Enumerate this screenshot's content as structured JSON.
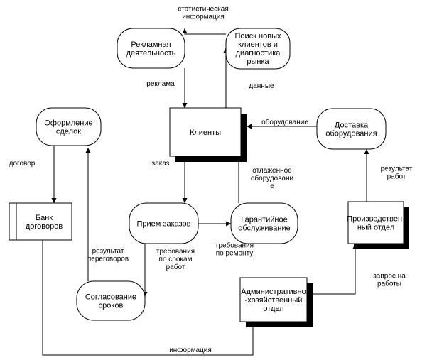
{
  "nodes": {
    "advertising": {
      "lines": [
        "Рекламная",
        "деятельность"
      ]
    },
    "search": {
      "lines": [
        "Поиск новых",
        "клиентов и",
        "диагностика",
        "рынка"
      ]
    },
    "clients": {
      "lines": [
        "Клиенты"
      ]
    },
    "delivery": {
      "lines": [
        "Доставка",
        "оборудования"
      ]
    },
    "deals": {
      "lines": [
        "Оформление",
        "сделок"
      ]
    },
    "bank": {
      "lines": [
        "Банк",
        "договоров"
      ]
    },
    "orders": {
      "lines": [
        "Прием заказов"
      ]
    },
    "warranty": {
      "lines": [
        "Гарантийное",
        "обслуживание"
      ]
    },
    "production": {
      "lines": [
        "Производствен-",
        "ный отдел"
      ]
    },
    "terms": {
      "lines": [
        "Согласование",
        "сроков"
      ]
    },
    "admin": {
      "lines": [
        "Административно",
        "-хозяйственный",
        "отдел"
      ]
    }
  },
  "labels": {
    "stats": {
      "lines": [
        "статистическая",
        "информация"
      ]
    },
    "ads": {
      "lines": [
        "реклама"
      ]
    },
    "data": {
      "lines": [
        "данные"
      ]
    },
    "equipment": {
      "lines": [
        "оборудование"
      ]
    },
    "contract": {
      "lines": [
        "договор"
      ]
    },
    "order": {
      "lines": [
        "заказ"
      ]
    },
    "repaired": {
      "lines": [
        "отлаженное",
        "оборудовани",
        "е"
      ]
    },
    "result_work": {
      "lines": [
        "результат",
        "работ"
      ]
    },
    "req_terms": {
      "lines": [
        "требования",
        "по срокам",
        "работ"
      ]
    },
    "req_repair": {
      "lines": [
        "требования",
        "по ремонту"
      ]
    },
    "result_neg": {
      "lines": [
        "результат",
        "переговоров"
      ]
    },
    "req_work": {
      "lines": [
        "запрос на",
        "работы"
      ]
    },
    "info": {
      "lines": [
        "информация"
      ]
    }
  }
}
